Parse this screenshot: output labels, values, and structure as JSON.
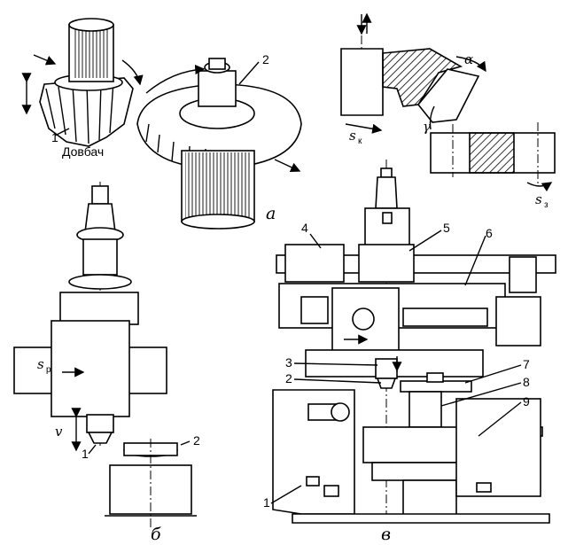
{
  "panels": {
    "a": {
      "caption": "а",
      "callouts": {
        "cutter": "1",
        "gear": "2"
      },
      "cutter_name": "Довбач"
    },
    "tool_detail": {
      "feed_k": "s",
      "feed_k_sub": "к",
      "feed_z": "s",
      "feed_z_sub": "з",
      "alpha": "α",
      "gamma": "γ"
    },
    "b": {
      "caption": "б",
      "feed_p": "s",
      "feed_p_sub": "р",
      "v": "v",
      "callouts": {
        "cutter": "1",
        "gear": "2"
      }
    },
    "c": {
      "caption": "в",
      "callouts": [
        "1",
        "2",
        "3",
        "4",
        "5",
        "6",
        "7",
        "8",
        "9"
      ]
    }
  }
}
